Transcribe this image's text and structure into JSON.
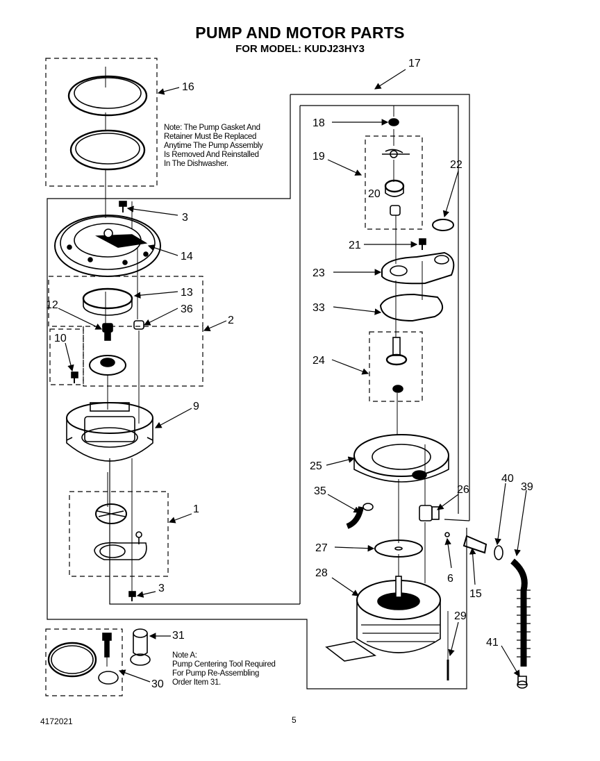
{
  "title": "PUMP AND MOTOR PARTS",
  "subtitle": "FOR MODEL:  KUDJ23HY3",
  "note_gasket": [
    "Note: The Pump Gasket    And",
    "Retainer Must Be Replaced",
    "Anytime The Pump Assembly",
    "Is  Removed And Reinstalled",
    "In The Dishwasher."
  ],
  "note_a": [
    "Note A:",
    "Pump Centering Tool Required",
    "For Pump Re-Assembling",
    "Order Item 31."
  ],
  "doc_number": "4172021",
  "page_number": "5",
  "callouts": {
    "c17": "17",
    "c16": "16",
    "c18": "18",
    "c19": "19",
    "c20": "20",
    "c22": "22",
    "c3a": "3",
    "c14": "14",
    "c21": "21",
    "c23": "23",
    "c13": "13",
    "c12": "12",
    "c36": "36",
    "c33": "33",
    "c2": "2",
    "c10": "10",
    "c24": "24",
    "c9": "9",
    "c25": "25",
    "c40": "40",
    "c39": "39",
    "c35": "35",
    "c26": "26",
    "c1": "1",
    "c27": "27",
    "c6": "6",
    "c15": "15",
    "c28": "28",
    "c3b": "3",
    "c29": "29",
    "c31": "31",
    "c41": "41",
    "c30": "30"
  }
}
